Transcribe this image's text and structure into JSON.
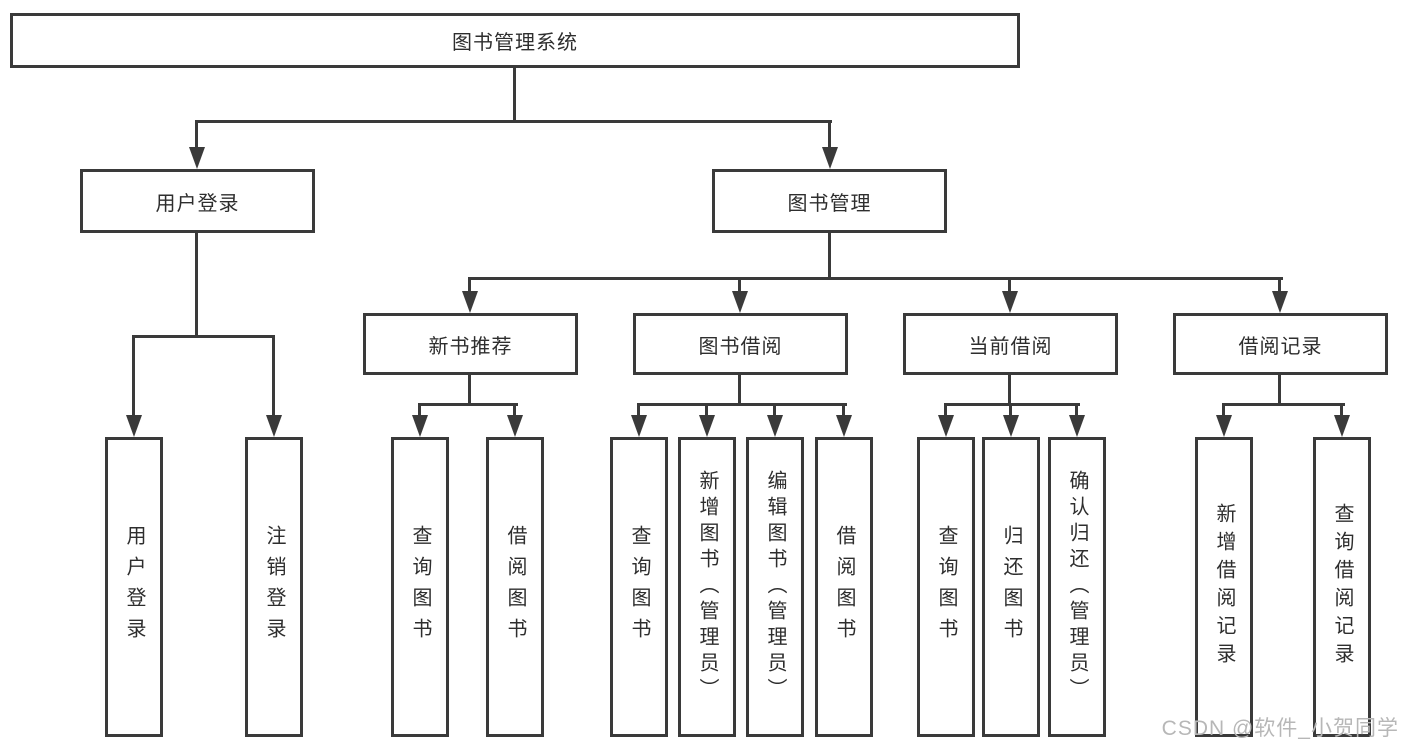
{
  "tree": {
    "label": "图书管理系统",
    "children": [
      {
        "label": "用户登录",
        "children": [
          {
            "label": "用户登录"
          },
          {
            "label": "注销登录"
          }
        ]
      },
      {
        "label": "图书管理",
        "children": [
          {
            "label": "新书推荐",
            "children": [
              {
                "label": "查询图书"
              },
              {
                "label": "借阅图书"
              }
            ]
          },
          {
            "label": "图书借阅",
            "children": [
              {
                "label": "查询图书"
              },
              {
                "label": "新增图书（管理员）"
              },
              {
                "label": "编辑图书（管理员）"
              },
              {
                "label": "借阅图书"
              }
            ]
          },
          {
            "label": "当前借阅",
            "children": [
              {
                "label": "查询图书"
              },
              {
                "label": "归还图书"
              },
              {
                "label": "确认归还（管理员）"
              }
            ]
          },
          {
            "label": "借阅记录",
            "children": [
              {
                "label": "新增借阅记录"
              },
              {
                "label": "查询借阅记录"
              }
            ]
          }
        ]
      }
    ]
  },
  "watermark": "CSDN @软件_小贺同学",
  "colors": {
    "line": "#3a3a3a",
    "text": "#2e2e2e",
    "watermark": "#b7b7b7",
    "background": "#ffffff"
  }
}
